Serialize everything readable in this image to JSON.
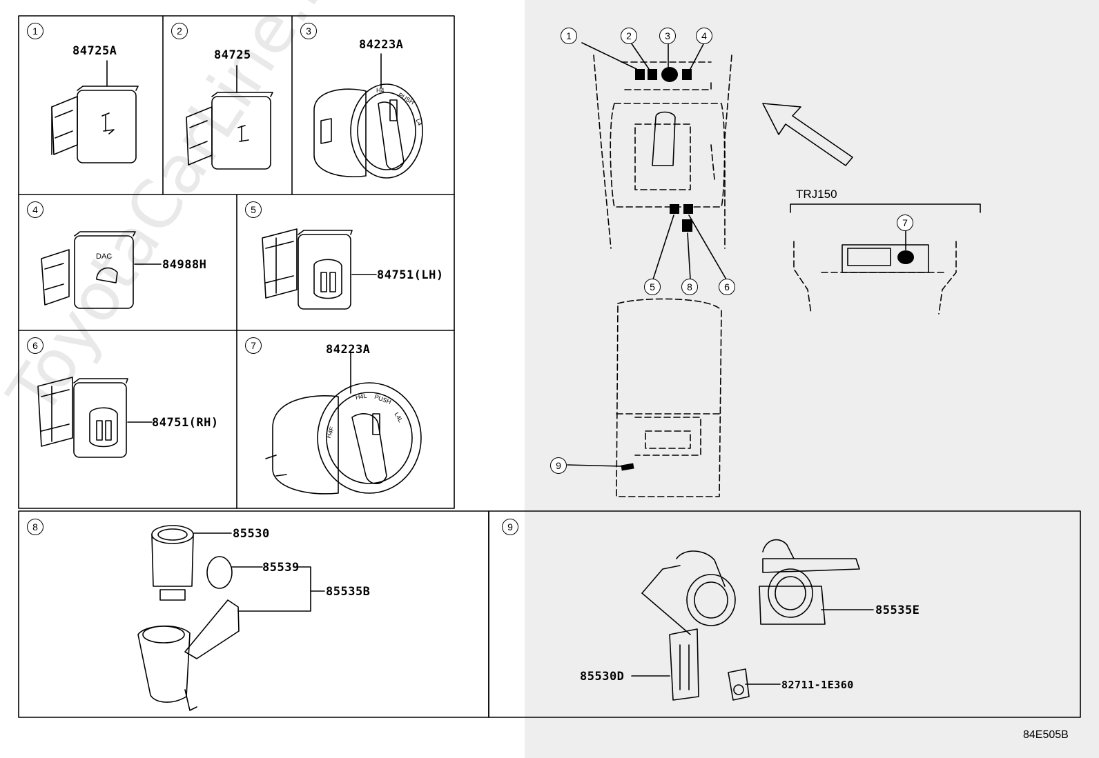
{
  "watermark": "ToyotaCarLine.ru",
  "diagram_code": "84E505B",
  "variant_label": "TRJ150",
  "callouts": [
    "1",
    "2",
    "3",
    "4",
    "5",
    "6",
    "7",
    "8",
    "9"
  ],
  "parts": {
    "p1": "84725A",
    "p2": "84725",
    "p3": "84223A",
    "p4": "84988H",
    "p5": "84751(LH)",
    "p6": "84751(RH)",
    "p7": "84223A",
    "p8a": "85530",
    "p8b": "85539",
    "p8c": "85535B",
    "p9a": "85535E",
    "p9b": "85530D",
    "p9c": "82711-1E360"
  },
  "icon_text": {
    "dac": "DAC",
    "h4": "H4",
    "push": "PUSH",
    "l4": "L4",
    "h4f": "H4F",
    "h4l": "H4L",
    "l4l": "L4L"
  }
}
